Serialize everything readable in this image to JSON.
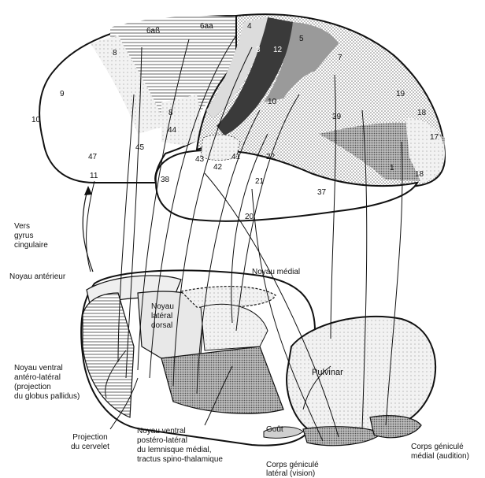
{
  "brodmann_areas": {
    "a1": "1",
    "a3": "3",
    "a4": "4",
    "a5": "5",
    "a6aa": "6aa",
    "a6ab": "6aß",
    "a7": "7",
    "a8a": "8",
    "a8b": "8",
    "a9": "9",
    "a10": "10",
    "a10b": "10",
    "a11": "11",
    "a12": "12",
    "a17": "17",
    "a18a": "18",
    "a18b": "18",
    "a19": "19",
    "a20": "20",
    "a21": "21",
    "a22": "22",
    "a37": "37",
    "a38": "38",
    "a39": "39",
    "a41": "41",
    "a42": "42",
    "a43": "43",
    "a44": "44",
    "a45": "45",
    "a47": "47"
  },
  "thalamus_labels": {
    "vers_gyrus": "Vers\ngyrus\ncingulaire",
    "noyau_anterieur": "Noyau antérieur",
    "noyau_medial": "Noyau médial",
    "noyau_lateral_dorsal": "Noyau\nlatéral\ndorsal",
    "noyau_ventral_anterolateral": "Noyau ventral\nantéro-latéral\n(projection\ndu globus pallidus)",
    "projection_cervelet": "Projection\ndu cervelet",
    "noyau_ventral_posterolateral": "Noyau ventral\npostéro-latéral\ndu lemnisque médial,\ntractus spino-thalamique",
    "pulvinar": "Pulvinar",
    "gout": "Goût",
    "corps_genicule_lateral": "Corps géniculé\nlatéral (vision)",
    "corps_genicule_medial": "Corps géniculé\nmédial (audition)"
  },
  "colors": {
    "outline": "#111111",
    "dark_fill": "#3a3a3a",
    "mid_fill": "#9a9a9a",
    "light_fill": "#d6d6d6",
    "paper": "#ffffff"
  }
}
